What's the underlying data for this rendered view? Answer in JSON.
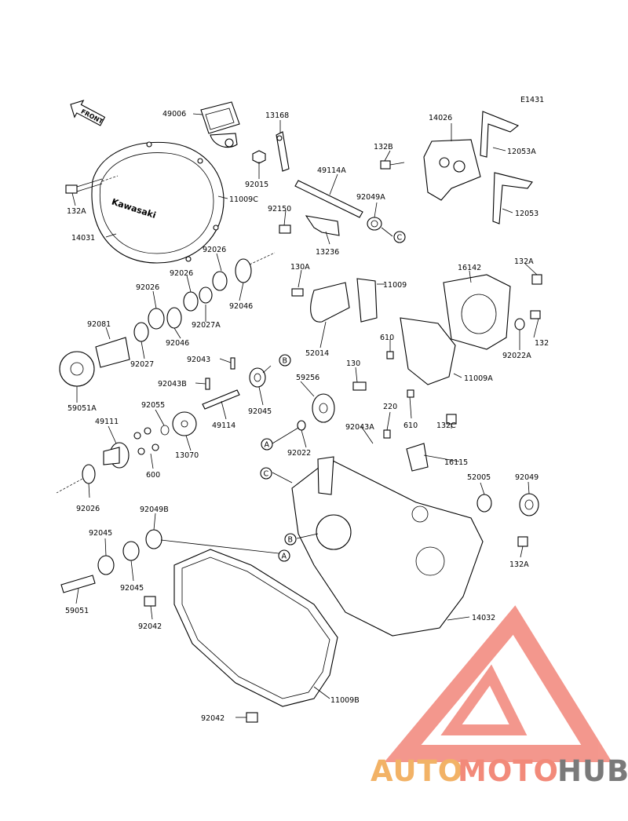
{
  "diagram": {
    "id_code": "E1431",
    "front_label": "FRONT",
    "brand_mark": "Kawasaki",
    "parts": [
      {
        "key": "p49006",
        "label": "49006"
      },
      {
        "key": "p13168",
        "label": "13168"
      },
      {
        "key": "p14026",
        "label": "14026"
      },
      {
        "key": "p132b",
        "label": "132B"
      },
      {
        "key": "p12053a",
        "label": "12053A"
      },
      {
        "key": "p11009c",
        "label": "11009C"
      },
      {
        "key": "p92015",
        "label": "92015"
      },
      {
        "key": "p49114a",
        "label": "49114A"
      },
      {
        "key": "p92049a",
        "label": "92049A"
      },
      {
        "key": "p132a_top",
        "label": "132A"
      },
      {
        "key": "p92150",
        "label": "92150"
      },
      {
        "key": "p12053",
        "label": "12053"
      },
      {
        "key": "p14031",
        "label": "14031"
      },
      {
        "key": "p13236",
        "label": "13236"
      },
      {
        "key": "p92026_a",
        "label": "92026"
      },
      {
        "key": "p92026_b",
        "label": "92026"
      },
      {
        "key": "p92026_c",
        "label": "92026"
      },
      {
        "key": "p92046_a",
        "label": "92046"
      },
      {
        "key": "p130a",
        "label": "130A"
      },
      {
        "key": "p11009",
        "label": "11009"
      },
      {
        "key": "p16142",
        "label": "16142"
      },
      {
        "key": "p132a_right",
        "label": "132A"
      },
      {
        "key": "p92027a",
        "label": "92027A"
      },
      {
        "key": "p92081",
        "label": "92081"
      },
      {
        "key": "p92046_b",
        "label": "92046"
      },
      {
        "key": "p132",
        "label": "132"
      },
      {
        "key": "p52014",
        "label": "52014"
      },
      {
        "key": "p610_a",
        "label": "610"
      },
      {
        "key": "p92022a",
        "label": "92022A"
      },
      {
        "key": "p92027",
        "label": "92027"
      },
      {
        "key": "p92043",
        "label": "92043"
      },
      {
        "key": "p130",
        "label": "130"
      },
      {
        "key": "p59256",
        "label": "59256"
      },
      {
        "key": "p11009a",
        "label": "11009A"
      },
      {
        "key": "p92043b",
        "label": "92043B"
      },
      {
        "key": "p59051a",
        "label": "59051A"
      },
      {
        "key": "p92055",
        "label": "92055"
      },
      {
        "key": "p92045_a",
        "label": "92045"
      },
      {
        "key": "p220",
        "label": "220"
      },
      {
        "key": "p49111",
        "label": "49111"
      },
      {
        "key": "p49114",
        "label": "49114"
      },
      {
        "key": "p610_b",
        "label": "610"
      },
      {
        "key": "p92043a",
        "label": "92043A"
      },
      {
        "key": "p132c",
        "label": "132C"
      },
      {
        "key": "p13070",
        "label": "13070"
      },
      {
        "key": "p92022",
        "label": "92022"
      },
      {
        "key": "p16115",
        "label": "16115"
      },
      {
        "key": "p600",
        "label": "600"
      },
      {
        "key": "p52005",
        "label": "52005"
      },
      {
        "key": "p92049",
        "label": "92049"
      },
      {
        "key": "p92026_d",
        "label": "92026"
      },
      {
        "key": "p92049b",
        "label": "92049B"
      },
      {
        "key": "p92045_b",
        "label": "92045"
      },
      {
        "key": "p132a_low",
        "label": "132A"
      },
      {
        "key": "p92045_c",
        "label": "92045"
      },
      {
        "key": "p59051",
        "label": "59051"
      },
      {
        "key": "p92042_a",
        "label": "92042"
      },
      {
        "key": "p14032",
        "label": "14032"
      },
      {
        "key": "p11009b",
        "label": "11009B"
      },
      {
        "key": "p92042_b",
        "label": "92042"
      }
    ],
    "callouts": [
      {
        "key": "c_b1",
        "letter": "B"
      },
      {
        "key": "c_c1",
        "letter": "C"
      },
      {
        "key": "c_a1",
        "letter": "A"
      },
      {
        "key": "c_c2",
        "letter": "C"
      },
      {
        "key": "c_b2",
        "letter": "B"
      },
      {
        "key": "c_a2",
        "letter": "A"
      }
    ]
  },
  "watermark": {
    "text_part1": "AUTO",
    "text_part2": "MOTO",
    "text_part3": "HUB",
    "colors": {
      "auto": "#f2b266",
      "moto": "#f28a7a",
      "hub": "#7a7a7a",
      "triangle": "#f2867a"
    }
  }
}
